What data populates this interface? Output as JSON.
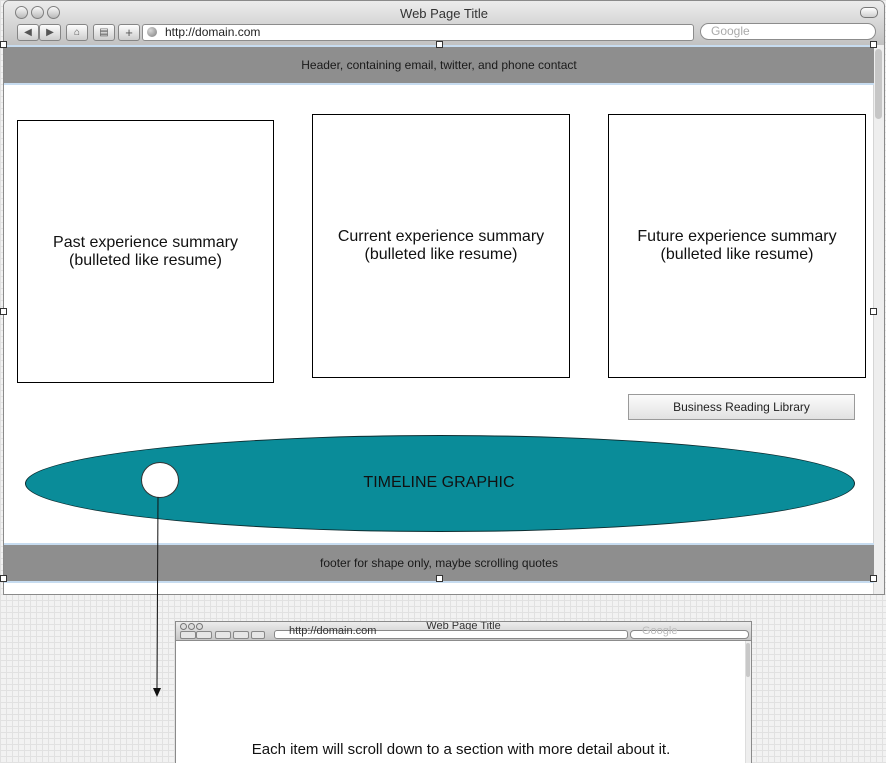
{
  "browser": {
    "title": "Web Page Title",
    "url": "http://domain.com",
    "search_placeholder": "Google"
  },
  "page": {
    "header_text": "Header, containing email, twitter, and phone contact",
    "boxes": [
      {
        "line1": "Past experience summary",
        "line2": "(bulleted like resume)"
      },
      {
        "line1": "Current experience summary",
        "line2": "(bulleted like resume)"
      },
      {
        "line1": "Future experience summary",
        "line2": "(bulleted like resume)"
      }
    ],
    "library_button": "Business Reading Library",
    "timeline_label": "TIMELINE GRAPHIC",
    "footer_text": "footer for shape only, maybe scrolling quotes"
  },
  "detail_window": {
    "title": "Web Page Title",
    "url": "http://domain.com",
    "search_placeholder": "Google",
    "note": "Each item will scroll down to a section with more detail about it."
  },
  "colors": {
    "band_gray": "#8e8e8e",
    "timeline_teal": "#0a8c99"
  }
}
